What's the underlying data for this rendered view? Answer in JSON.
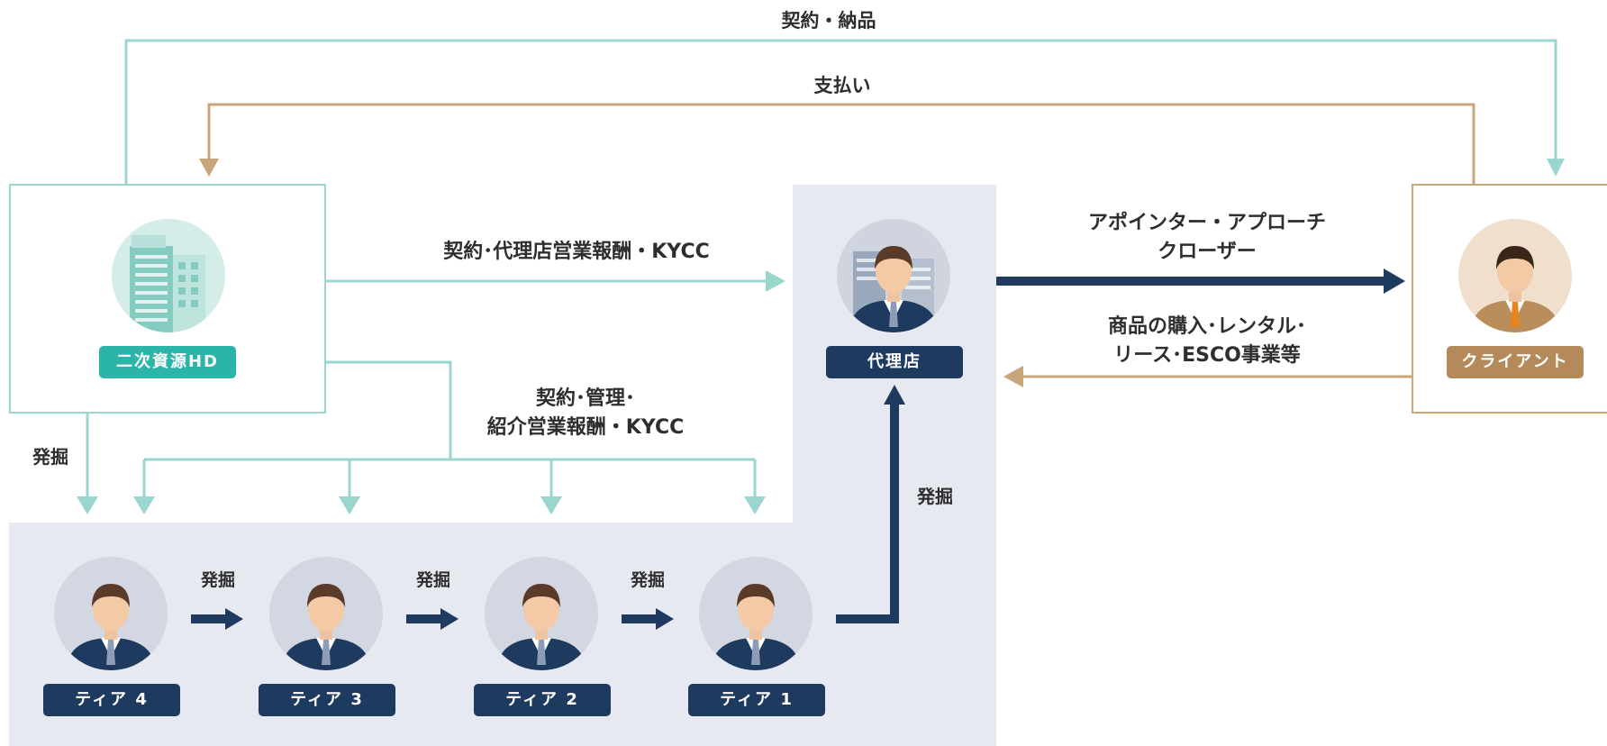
{
  "colors": {
    "teal": "#9ad6cf",
    "teal_badge": "#2bb5a8",
    "tan": "#c9a57a",
    "tan_badge": "#b58a5a",
    "navy": "#1e3a5f",
    "panel": "#e6e9f0",
    "text": "#2e2e2e"
  },
  "nodes": {
    "hd": {
      "label": "二次資源HD",
      "icon": "building-icon"
    },
    "agency": {
      "label": "代理店",
      "icon": "agent-person-icon"
    },
    "client": {
      "label": "クライアント",
      "icon": "client-person-icon"
    },
    "tiers": [
      {
        "label": "ティア 4",
        "icon": "person-icon"
      },
      {
        "label": "ティア 3",
        "icon": "person-icon"
      },
      {
        "label": "ティア 2",
        "icon": "person-icon"
      },
      {
        "label": "ティア 1",
        "icon": "person-icon"
      }
    ]
  },
  "edges": {
    "contract_delivery": "契約・納品",
    "payment": "支払い",
    "hd_to_agency": "契約･代理店営業報酬・KYCC",
    "hd_to_tiers": [
      "契約･管理･",
      "紹介営業報酬・KYCC"
    ],
    "hd_discover": "発掘",
    "agency_to_client": [
      "アポインター・アプローチ",
      "クローザー"
    ],
    "client_to_agency": [
      "商品の購入･レンタル･",
      "リース･ESCO事業等"
    ],
    "tier4_to_tier3": "発掘",
    "tier3_to_tier2": "発掘",
    "tier2_to_tier1": "発掘",
    "tier1_to_agency": "発掘"
  }
}
